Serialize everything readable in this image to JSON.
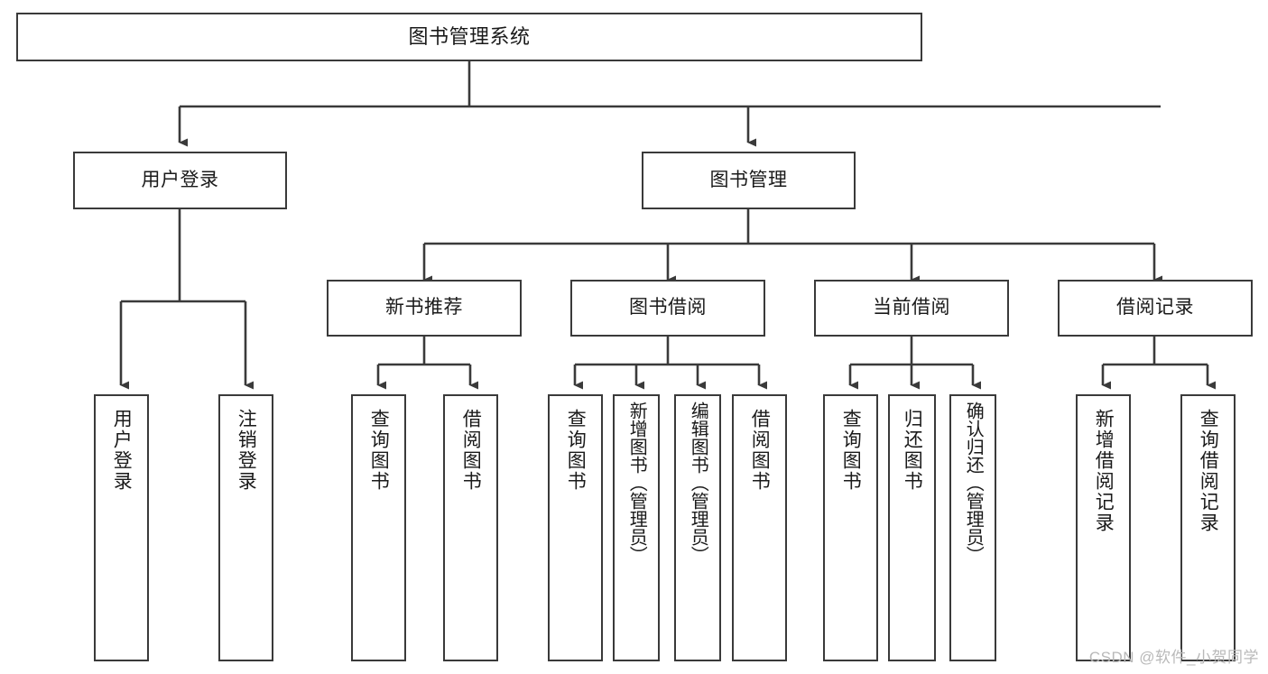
{
  "diagram": {
    "title": "图书管理系统",
    "watermark": "CSDN @软件_小贺同学",
    "colors": {
      "box_border": "#3a3a3a",
      "box_fill": "#ffffff",
      "edge": "#3a3a3a",
      "text": "#1a1a1a",
      "watermark": "#b9b9b9"
    },
    "levels": {
      "root": {
        "label": "图书管理系统"
      },
      "level2": [
        {
          "label": "用户登录"
        },
        {
          "label": "图书管理"
        }
      ],
      "level3": [
        {
          "label": "新书推荐"
        },
        {
          "label": "图书借阅"
        },
        {
          "label": "当前借阅"
        },
        {
          "label": "借阅记录"
        }
      ],
      "leaves": {
        "user_login": [
          {
            "label": "用户登录"
          },
          {
            "label": "注销登录"
          }
        ],
        "new_book_recommend": [
          {
            "label": "查询图书"
          },
          {
            "label": "借阅图书"
          }
        ],
        "book_borrow": [
          {
            "label": "查询图书"
          },
          {
            "label": "新增图书（管理员）"
          },
          {
            "label": "编辑图书（管理员）"
          },
          {
            "label": "借阅图书"
          }
        ],
        "current_borrow": [
          {
            "label": "查询图书"
          },
          {
            "label": "归还图书"
          },
          {
            "label": "确认归还（管理员）"
          }
        ],
        "borrow_record": [
          {
            "label": "新增借阅记录"
          },
          {
            "label": "查询借阅记录"
          }
        ]
      }
    }
  }
}
